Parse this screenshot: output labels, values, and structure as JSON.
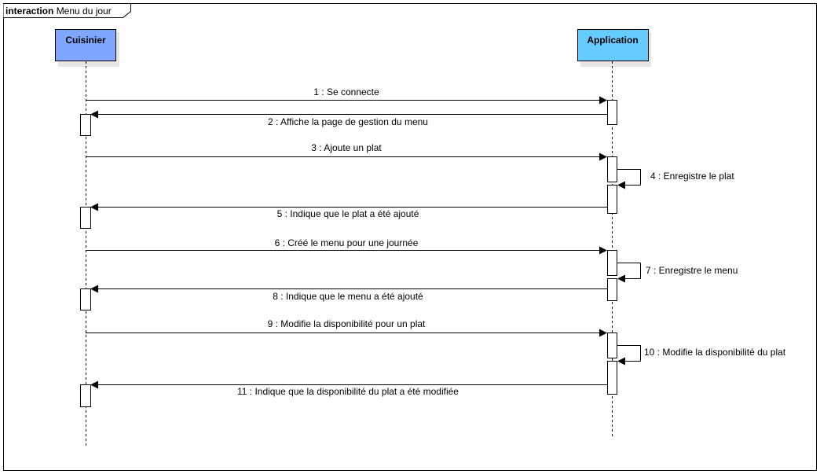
{
  "frame": {
    "keyword": "interaction",
    "name": "Menu du jour"
  },
  "lifelines": [
    {
      "id": "cuisinier",
      "name": "Cuisinier",
      "fill": "#7fa7ff"
    },
    {
      "id": "application",
      "name": "Application",
      "fill": "#66ccff"
    }
  ],
  "messages": [
    {
      "num": 1,
      "text": "1 : Se connecte",
      "from": "cuisinier",
      "to": "application"
    },
    {
      "num": 2,
      "text": "2 : Affiche la page de gestion du menu",
      "from": "application",
      "to": "cuisinier"
    },
    {
      "num": 3,
      "text": "3 : Ajoute un plat",
      "from": "cuisinier",
      "to": "application"
    },
    {
      "num": 4,
      "text": "4 : Enregistre le plat",
      "from": "application",
      "to": "application"
    },
    {
      "num": 5,
      "text": "5 : Indique que le plat a été ajouté",
      "from": "application",
      "to": "cuisinier"
    },
    {
      "num": 6,
      "text": "6 : Créé le menu pour une journée",
      "from": "cuisinier",
      "to": "application"
    },
    {
      "num": 7,
      "text": "7 : Enregistre le menu",
      "from": "application",
      "to": "application"
    },
    {
      "num": 8,
      "text": "8 : Indique que le menu a été ajouté",
      "from": "application",
      "to": "cuisinier"
    },
    {
      "num": 9,
      "text": "9 : Modifie la disponibilité pour un plat",
      "from": "cuisinier",
      "to": "application"
    },
    {
      "num": 10,
      "text": "10 : Modifie la disponibilité du plat",
      "from": "application",
      "to": "application"
    },
    {
      "num": 11,
      "text": "11 : Indique que la disponibilité du plat a été modifiée",
      "from": "application",
      "to": "cuisinier"
    }
  ]
}
